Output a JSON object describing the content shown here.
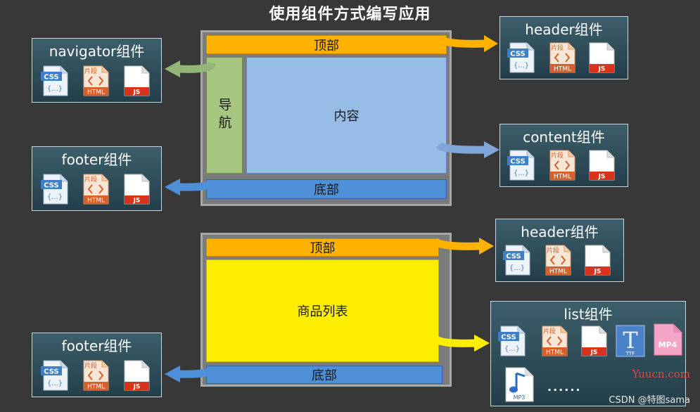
{
  "title": "使用组件方式编写应用",
  "page1": {
    "top": "顶部",
    "nav": "导航",
    "content": "内容",
    "footer": "底部"
  },
  "page2": {
    "top": "顶部",
    "list": "商品列表",
    "footer": "底部"
  },
  "cards": {
    "navigator": "navigator组件",
    "footer1": "footer组件",
    "header1": "header组件",
    "content": "content组件",
    "header2": "header组件",
    "list": "list组件",
    "footer2": "footer组件"
  },
  "icon_labels": {
    "css": "CSS",
    "css_body": "{...}",
    "snippet": "片段",
    "html": "HTML",
    "js": "JS",
    "ttf": "TTF",
    "mp4": "MP4",
    "mp3": "MP3"
  },
  "more": "......",
  "watermark": {
    "site": "Yuucn.com",
    "credit": "CSDN @特图sama"
  },
  "colors": {
    "background": "#383838",
    "top": "#ffb300",
    "nav": "#a6c682",
    "content": "#96bde6",
    "footer": "#4f8fd8",
    "list": "#ffee00"
  }
}
